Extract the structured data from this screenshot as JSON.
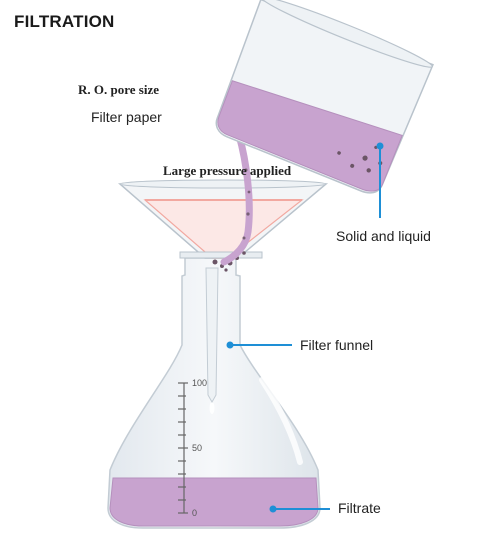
{
  "title": "FILTRATION",
  "annotations": {
    "ro_pore_size": "R. O. pore size",
    "large_pressure": "Large pressure applied"
  },
  "labels": {
    "filter_paper": "Filter paper",
    "solid_and_liquid": "Solid and liquid",
    "filter_funnel": "Filter funnel",
    "filtrate": "Filtrate"
  },
  "flask_scale": {
    "top": "100",
    "middle": "50",
    "bottom": "0"
  },
  "colors": {
    "callout": "#1e8fd6",
    "liquid": "#c8a3cf",
    "glass": "#e9eef3",
    "glass_edge": "#b9c3cc",
    "filter_paper": "#f2a8a0",
    "particles": "#6b5566"
  }
}
